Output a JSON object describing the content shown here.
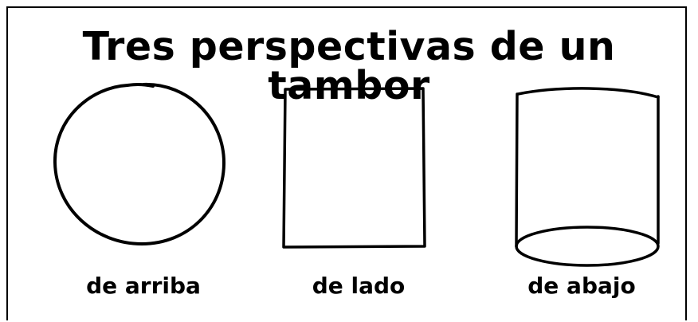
{
  "title": "Tres perspectivas de un tambor",
  "views": [
    {
      "label": "de arriba",
      "shape": "circle-icon"
    },
    {
      "label": "de lado",
      "shape": "square-icon"
    },
    {
      "label": "de abajo",
      "shape": "cylinder-icon"
    }
  ],
  "colors": {
    "ink": "#000000",
    "background": "#ffffff"
  }
}
